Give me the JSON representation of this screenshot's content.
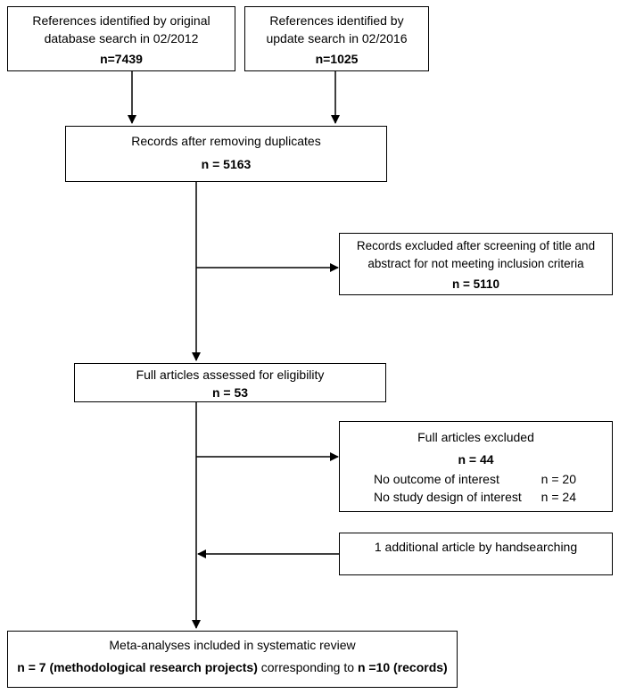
{
  "boxes": {
    "original_search": {
      "text": "References identified by original database search in 02/2012",
      "count": "n=7439"
    },
    "update_search": {
      "text": "References identified by update search in 02/2016",
      "count": "n=1025"
    },
    "after_duplicates": {
      "text": "Records after removing duplicates",
      "count": "n = 5163"
    },
    "excluded_screening": {
      "text": "Records excluded after screening of title and abstract for not meeting inclusion criteria",
      "count": "n = 5110"
    },
    "full_articles": {
      "text": "Full articles assessed for eligibility",
      "count": "n = 53"
    },
    "full_excluded": {
      "title": "Full articles excluded",
      "count": "n = 44",
      "reasons": [
        {
          "label": "No outcome of interest",
          "value": "n = 20"
        },
        {
          "label": "No study design of interest",
          "value": "n = 24"
        }
      ]
    },
    "handsearching": {
      "text": "1 additional article by handsearching"
    },
    "included": {
      "text": "Meta-analyses included in systematic review",
      "line2_a": "n = 7 (methodological research projects)",
      "line2_b": " corresponding to ",
      "line2_c": "n =10 (records)"
    }
  }
}
